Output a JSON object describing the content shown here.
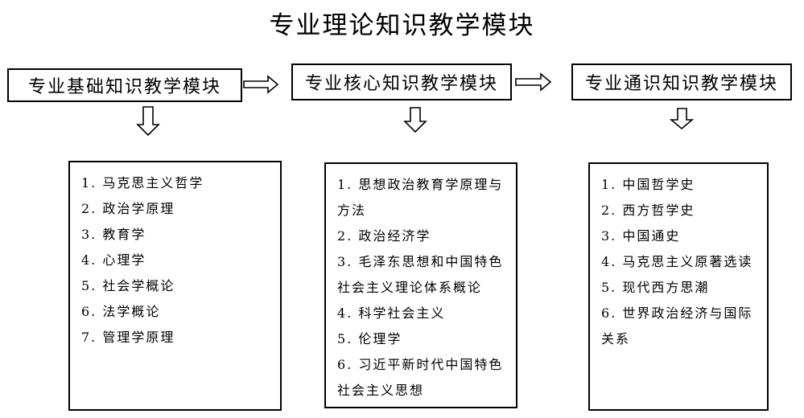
{
  "title": "专业理论知识教学模块",
  "modules": [
    {
      "heading": "专业基础知识教学模块",
      "items": [
        "1. 马克思主义哲学",
        "2. 政治学原理",
        "3. 教育学",
        "4. 心理学",
        "5. 社会学概论",
        "6. 法学概论",
        "7. 管理学原理"
      ]
    },
    {
      "heading": "专业核心知识教学模块",
      "items": [
        "1. 思想政治教育学原理与方法",
        "2. 政治经济学",
        "3. 毛泽东思想和中国特色社会主义理论体系概论",
        "4. 科学社会主义",
        "5. 伦理学",
        "6. 习近平新时代中国特色社会主义思想"
      ]
    },
    {
      "heading": "专业通识知识教学模块",
      "items": [
        "1. 中国哲学史",
        "2. 西方哲学史",
        "3. 中国通史",
        "4. 马克思主义原著选读",
        "5. 现代西方思潮",
        "6. 世界政治经济与国际关系"
      ]
    }
  ]
}
